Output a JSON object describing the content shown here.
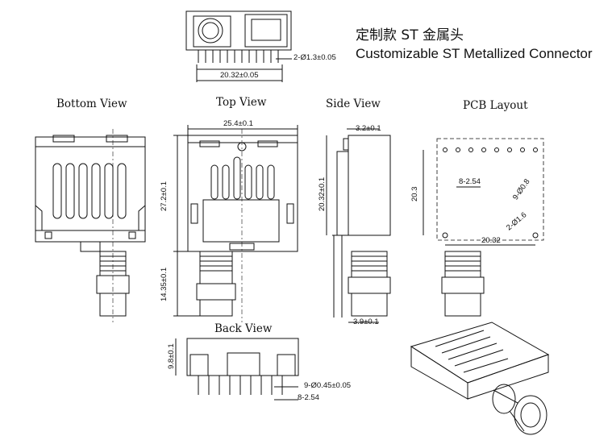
{
  "title": {
    "cn": "定制款 ST 金属头",
    "en": "Customizable ST Metallized Connector"
  },
  "views": {
    "bottom": "Bottom View",
    "top": "Top View",
    "side": "Side View",
    "pcb": "PCB Layout",
    "back": "Back View"
  },
  "dims": {
    "top_pitch_total": "20.32±0.05",
    "top_pin_dia": "2-Ø1.3±0.05",
    "width": "25.4±0.1",
    "height_body": "27.2±0.1",
    "height_nose": "14.35±0.1",
    "side_thick": "3.2±0.1",
    "side_pin_span": "20.32±0.1",
    "side_bottom": "3.9±0.1",
    "pcb_pitch": "8-2.54",
    "pcb_hole": "9-Ø0.8",
    "pcb_mount": "2-Ø1.6",
    "pcb_height": "20.3",
    "pcb_span": "20.32",
    "back_height": "9.8±0.1",
    "back_pin": "9-Ø0.45±0.05",
    "back_pitch": "8-2.54"
  }
}
